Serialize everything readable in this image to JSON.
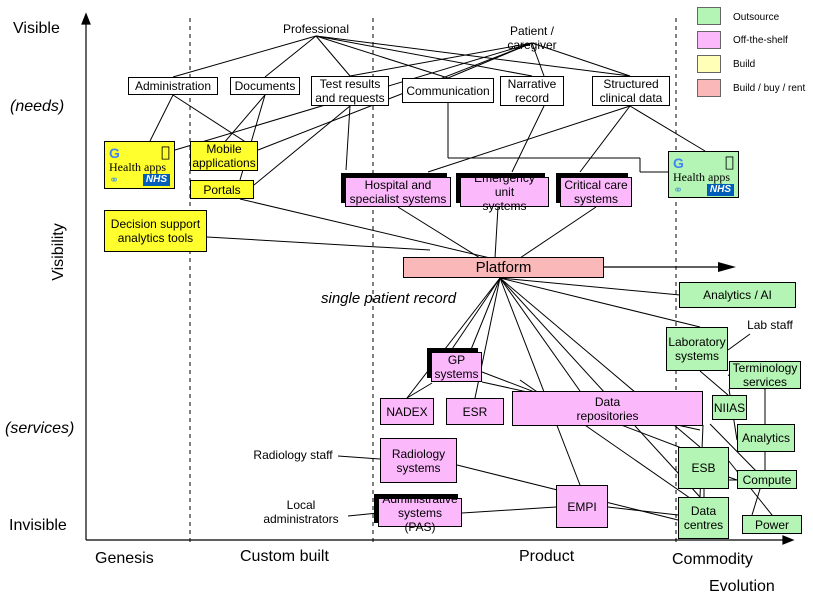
{
  "axes": {
    "y_title": "Visibility",
    "y_top": "Visible",
    "y_needs": "(needs)",
    "y_services": "(services)",
    "y_bottom": "Invisible",
    "x_title": "Evolution",
    "stages": [
      "Genesis",
      "Custom built",
      "Product",
      "Commodity"
    ]
  },
  "legend": [
    {
      "label": "Outsource",
      "color": "#b4f4b4"
    },
    {
      "label": "Off-the-shelf",
      "color": "#fbb8fb"
    },
    {
      "label": "Build",
      "color": "#ffff2e"
    },
    {
      "label": "Build / buy / rent",
      "color": "#fbb8b8"
    }
  ],
  "users": {
    "professional": "Professional",
    "patient": "Patient /\ncaregiver",
    "lab_staff": "Lab staff",
    "radiology_staff": "Radiology staff",
    "local_admins": "Local\nadministrators"
  },
  "needs": {
    "administration": "Administration",
    "documents": "Documents",
    "test_results": "Test results\nand requests",
    "communication": "Communication",
    "narrative": "Narrative\nrecord",
    "structured": "Structured\nclinical data"
  },
  "components": {
    "health_apps_left": "Health apps",
    "health_apps_right": "Health apps",
    "nhs_badge": "NHS",
    "mobile_apps": "Mobile\napplications",
    "portals": "Portals",
    "decision_support": "Decision support\nanalytics tools",
    "hospital": "Hospital and\nspecialist systems",
    "emergency": "Emergency unit\nsystems",
    "critical_care": "Critical care\nsystems",
    "platform": "Platform",
    "single_record": "single patient record",
    "analytics_ai": "Analytics / AI",
    "laboratory": "Laboratory\nsystems",
    "terminology": "Terminology\nservices",
    "niias": "NIIAS",
    "analytics": "Analytics",
    "esb": "ESB",
    "compute": "Compute",
    "data_centres": "Data\ncentres",
    "power": "Power",
    "gp": "GP\nsystems",
    "nadex": "NADEX",
    "esr": "ESR",
    "data_repos": "Data\nrepositories",
    "radiology": "Radiology\nsystems",
    "empi": "EMPI",
    "admin_systems": "Administrative\nsystems (PAS)"
  }
}
